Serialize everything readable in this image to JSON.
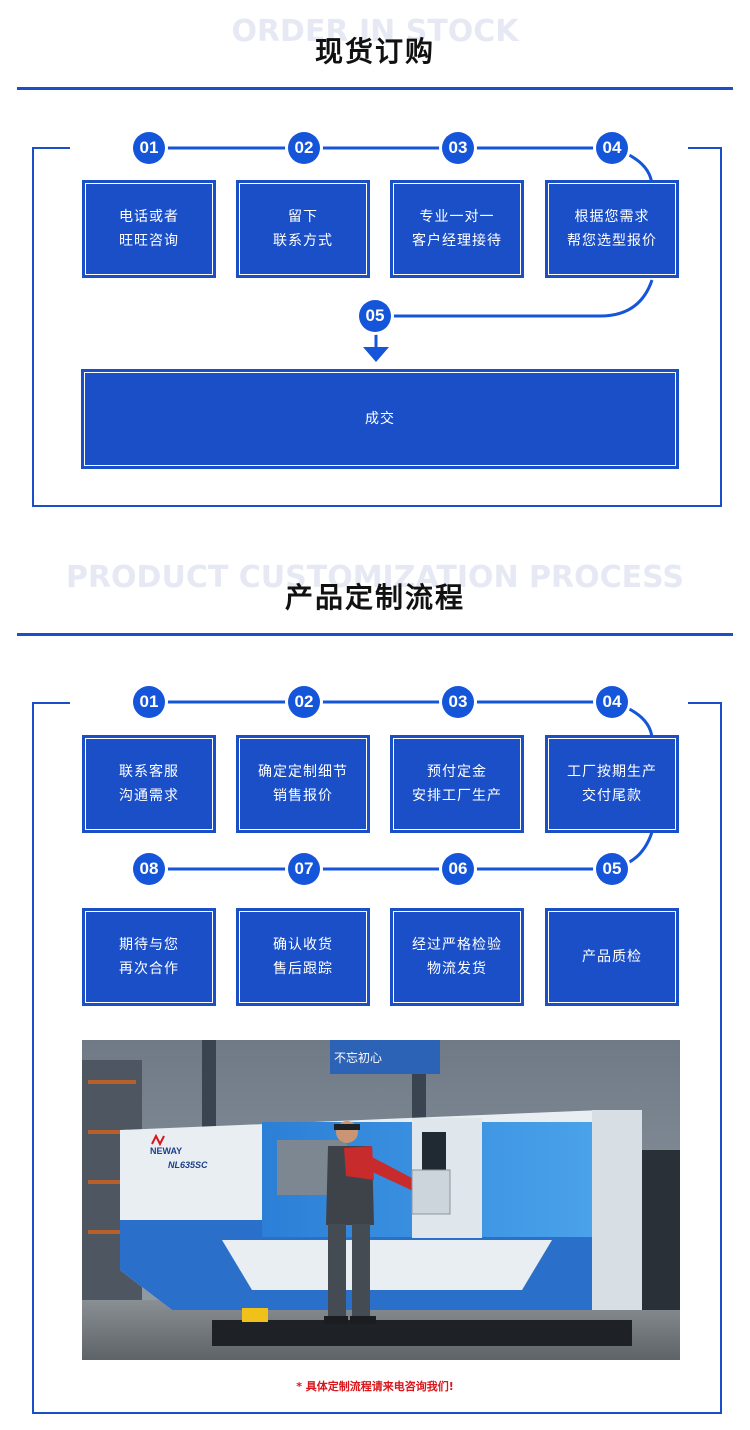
{
  "section1": {
    "bg_text": "ORDER IN STOCK",
    "title": "现货订购",
    "steps": [
      {
        "num": "01",
        "line1": "电话或者",
        "line2": "旺旺咨询"
      },
      {
        "num": "02",
        "line1": "留下",
        "line2": "联系方式"
      },
      {
        "num": "03",
        "line1": "专业一对一",
        "line2": "客户经理接待"
      },
      {
        "num": "04",
        "line1": "根据您需求",
        "line2": "帮您选型报价"
      },
      {
        "num": "05",
        "line1": "成交"
      }
    ]
  },
  "section2": {
    "bg_text": "PRODUCT CUSTOMIZATION PROCESS",
    "title": "产品定制流程",
    "steps": [
      {
        "num": "01",
        "line1": "联系客服",
        "line2": "沟通需求"
      },
      {
        "num": "02",
        "line1": "确定定制细节",
        "line2": "销售报价"
      },
      {
        "num": "03",
        "line1": "预付定金",
        "line2": "安排工厂生产"
      },
      {
        "num": "04",
        "line1": "工厂按期生产",
        "line2": "交付尾款"
      },
      {
        "num": "05",
        "line1": "产品质检"
      },
      {
        "num": "06",
        "line1": "经过严格检验",
        "line2": "物流发货"
      },
      {
        "num": "07",
        "line1": "确认收货",
        "line2": "售后跟踪"
      },
      {
        "num": "08",
        "line1": "期待与您",
        "line2": "再次合作"
      }
    ]
  },
  "photo": {
    "brand": "NEWAY",
    "model": "NL635SC",
    "banner": "不忘初心"
  },
  "note": "* 具体定制流程请来电咨询我们!",
  "colors": {
    "primary": "#1a4fc8",
    "node": "#1555d9",
    "note": "#d8161b"
  }
}
